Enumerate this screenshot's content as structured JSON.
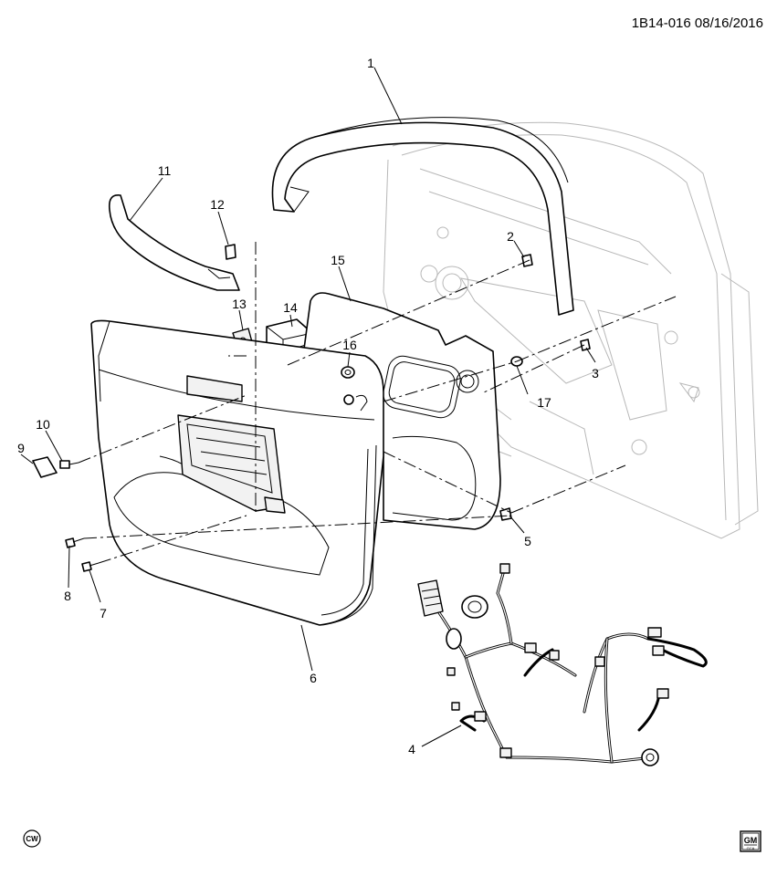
{
  "header": {
    "code": "1B14-016",
    "date": "08/16/2016"
  },
  "callouts": [
    "1",
    "2",
    "3",
    "4",
    "5",
    "6",
    "7",
    "8",
    "9",
    "10",
    "11",
    "12",
    "13",
    "14",
    "15",
    "16",
    "17"
  ],
  "badges": {
    "cw": "CW",
    "gm": "GM",
    "gm_sub": "GCA"
  }
}
